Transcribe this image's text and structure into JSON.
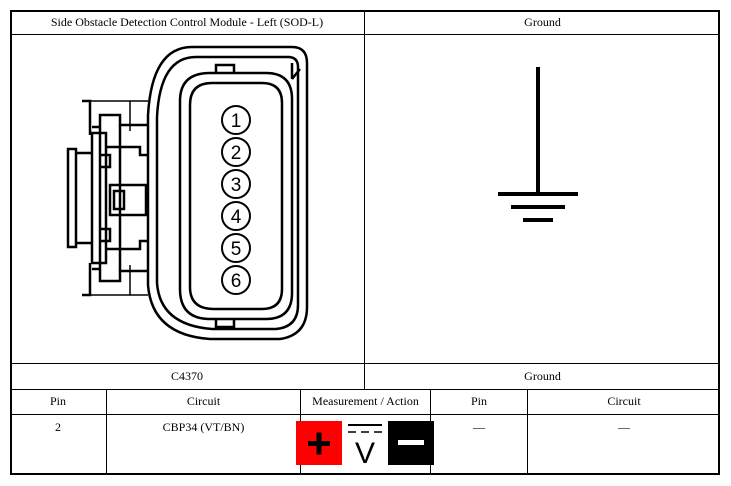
{
  "top_table": {
    "left_header": "Side Obstacle Detection Control Module - Left (SOD-L)",
    "right_header": "Ground",
    "left_caption": "C4370",
    "right_caption": "Ground"
  },
  "connector": {
    "pins": [
      "1",
      "2",
      "3",
      "4",
      "5",
      "6"
    ]
  },
  "bottom_table": {
    "columns": [
      "Pin",
      "Circuit",
      "Measurement / Action",
      "Pin",
      "Circuit"
    ],
    "row": {
      "pin": "2",
      "circuit": "CBP34 (VT/BN)",
      "measurement_icons": [
        "positive-lead-icon",
        "dc-voltage-icon",
        "negative-lead-icon"
      ],
      "pin2": "—",
      "circuit2": "—"
    }
  },
  "colors": {
    "positive_lead": "#ff0000",
    "negative_lead": "#000000"
  }
}
